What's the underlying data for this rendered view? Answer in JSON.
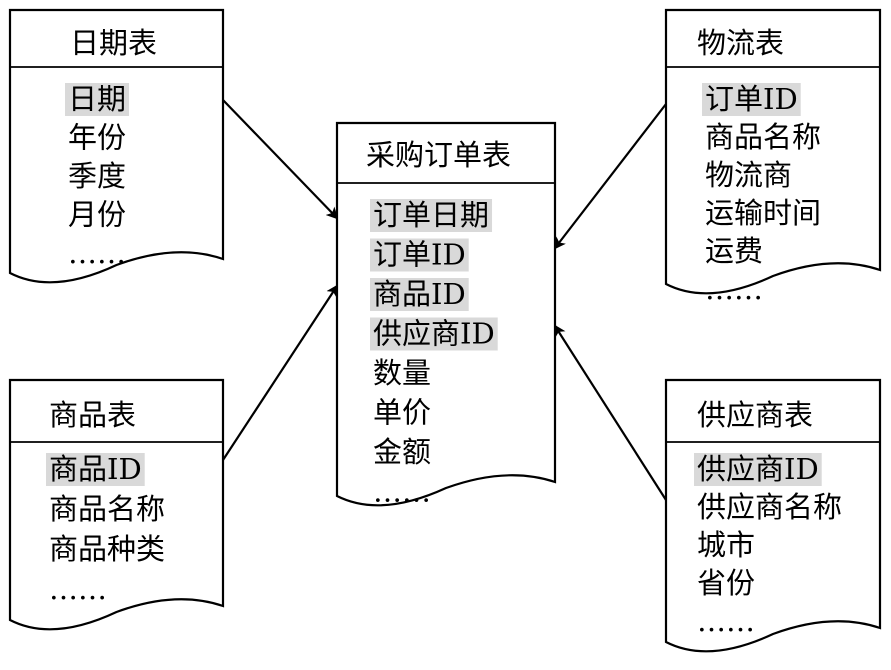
{
  "colors": {
    "line": "#000000",
    "key_highlight": "#d9d9d9",
    "background": "#ffffff"
  },
  "tables": [
    {
      "id": "date",
      "title": "日期表",
      "fields": [
        {
          "text": "日期",
          "key": true
        },
        {
          "text": "年份",
          "key": false
        },
        {
          "text": "季度",
          "key": false
        },
        {
          "text": "月份",
          "key": false
        },
        {
          "text": "……",
          "key": false
        }
      ]
    },
    {
      "id": "product",
      "title": "商品表",
      "fields": [
        {
          "text": "商品ID",
          "key": true
        },
        {
          "text": "商品名称",
          "key": false
        },
        {
          "text": "商品种类",
          "key": false
        },
        {
          "text": "……",
          "key": false
        }
      ]
    },
    {
      "id": "order",
      "title": "采购订单表",
      "fields": [
        {
          "text": "订单日期",
          "key": true
        },
        {
          "text": "订单ID",
          "key": true
        },
        {
          "text": "商品ID",
          "key": true
        },
        {
          "text": "供应商ID",
          "key": true
        },
        {
          "text": "数量",
          "key": false
        },
        {
          "text": "单价",
          "key": false
        },
        {
          "text": "金额",
          "key": false
        },
        {
          "text": "……",
          "key": false
        }
      ]
    },
    {
      "id": "logistics",
      "title": "物流表",
      "fields": [
        {
          "text": "订单ID",
          "key": true
        },
        {
          "text": "商品名称",
          "key": false
        },
        {
          "text": "物流商",
          "key": false
        },
        {
          "text": "运输时间",
          "key": false
        },
        {
          "text": "运费",
          "key": false
        },
        {
          "text": "……",
          "key": false
        }
      ]
    },
    {
      "id": "supplier",
      "title": "供应商表",
      "fields": [
        {
          "text": "供应商ID",
          "key": true
        },
        {
          "text": "供应商名称",
          "key": false
        },
        {
          "text": "城市",
          "key": false
        },
        {
          "text": "省份",
          "key": false
        },
        {
          "text": "……",
          "key": false
        }
      ]
    }
  ],
  "connections": [
    {
      "from": "date",
      "to": "order"
    },
    {
      "from": "product",
      "to": "order"
    },
    {
      "from": "logistics",
      "to": "order"
    },
    {
      "from": "supplier",
      "to": "order"
    }
  ]
}
